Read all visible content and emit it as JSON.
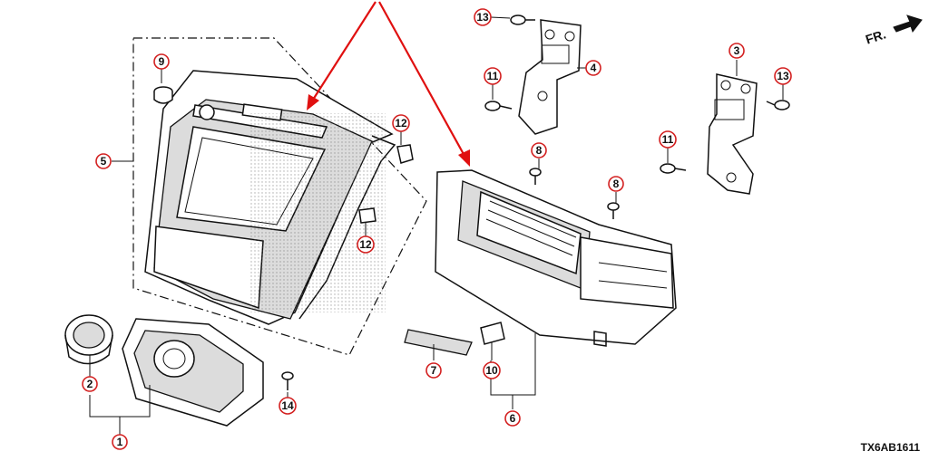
{
  "callouts": [
    {
      "id": "c1",
      "label": "1"
    },
    {
      "id": "c2",
      "label": "2"
    },
    {
      "id": "c3",
      "label": "3"
    },
    {
      "id": "c4",
      "label": "4"
    },
    {
      "id": "c5",
      "label": "5"
    },
    {
      "id": "c6",
      "label": "6"
    },
    {
      "id": "c7",
      "label": "7"
    },
    {
      "id": "c8a",
      "label": "8"
    },
    {
      "id": "c8b",
      "label": "8"
    },
    {
      "id": "c9",
      "label": "9"
    },
    {
      "id": "c10",
      "label": "10"
    },
    {
      "id": "c11a",
      "label": "11"
    },
    {
      "id": "c11b",
      "label": "11"
    },
    {
      "id": "c12a",
      "label": "12"
    },
    {
      "id": "c12b",
      "label": "12"
    },
    {
      "id": "c13a",
      "label": "13"
    },
    {
      "id": "c13b",
      "label": "13"
    },
    {
      "id": "c14",
      "label": "14"
    }
  ],
  "direction_label": "FR.",
  "diagram_code": "TX6AB1611",
  "colors": {
    "callout_ring": "#d32020",
    "pointer_arrow": "#e01010",
    "line_art": "#111111",
    "background": "#ffffff"
  },
  "icons": {
    "direction": "arrow-right-icon"
  }
}
